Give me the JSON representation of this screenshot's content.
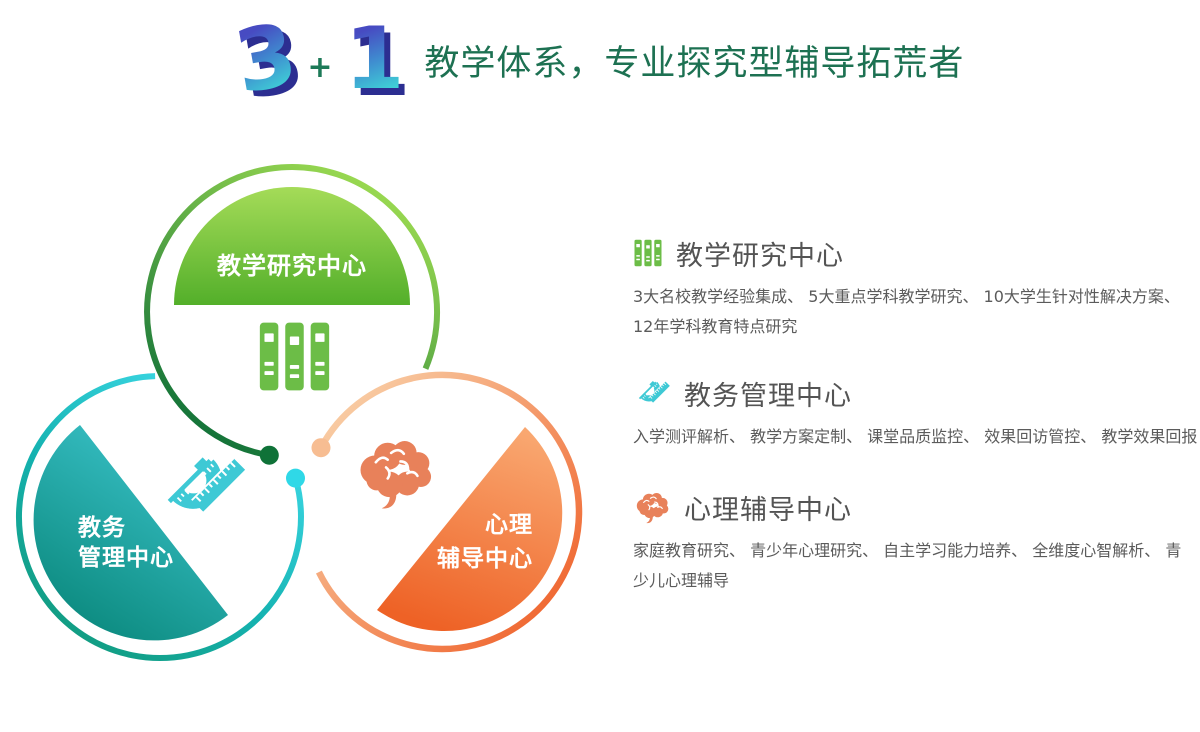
{
  "header": {
    "logo": {
      "digit_left": "3",
      "plus": "+",
      "digit_right": "1"
    },
    "title": "教学体系，专业探究型辅导拓荒者"
  },
  "diagram": {
    "dome": {
      "label": "教学研究中心"
    },
    "admin": {
      "lines": [
        "教务",
        "管理中心"
      ]
    },
    "psych": {
      "lines": [
        "心理",
        "辅导中心"
      ]
    }
  },
  "sections": [
    {
      "icon": "books-icon",
      "title": "教学研究中心",
      "lines": [
        "3大名校教学经验集成、 5大重点学科教学研究、 10大学生针对性解决方案、",
        "12年学科教育特点研究"
      ]
    },
    {
      "icon": "protractor-icon",
      "title": "教务管理中心",
      "lines": [
        "入学测评解析、 教学方案定制、 课堂品质监控、 效果回访管控、 教学效果回报"
      ]
    },
    {
      "icon": "brain-icon",
      "title": "心理辅导中心",
      "lines": [
        "家庭教育研究、 青少年心理研究、 自主学习能力培养、 全维度心智解析、 青",
        "少儿心理辅导"
      ]
    }
  ],
  "colors": {
    "title_green": "#1d7152",
    "ring_green_light": "#a3e052",
    "ring_green_dark": "#0e6f38",
    "ring_teal_light": "#41dceb",
    "ring_teal_dark": "#0c8f7f",
    "ring_orange_light": "#f8c9a0",
    "ring_orange_dark": "#ef5f28",
    "books_green": "#6cbd47",
    "protractor_teal": "#3ec9d5",
    "brain_orange": "#e8815a",
    "heading_gray": "#545454",
    "body_gray": "#5b5b5b"
  }
}
